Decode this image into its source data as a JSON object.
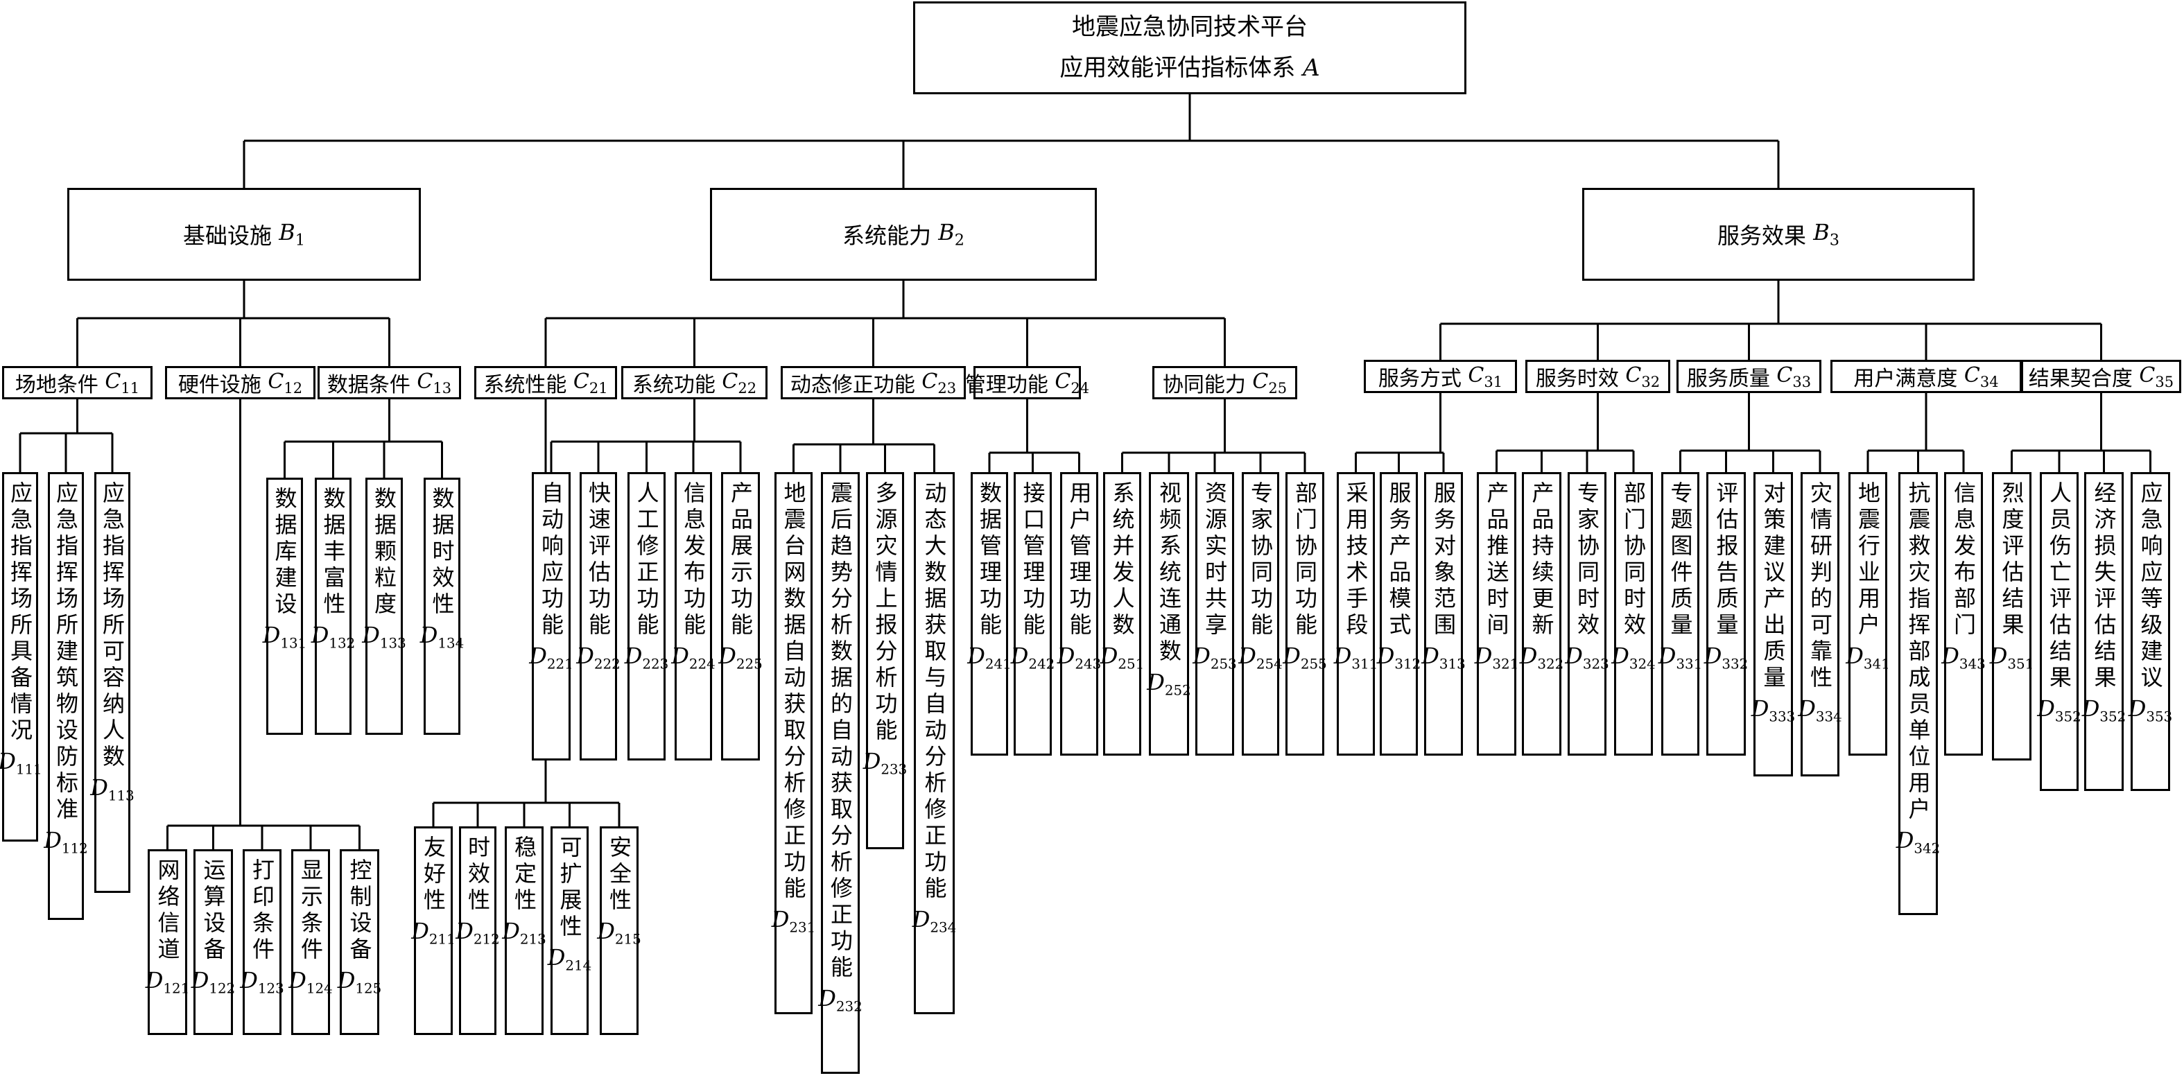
{
  "root": {
    "line1": "地震应急协同技术平台",
    "line2": "应用效能评估指标体系",
    "symbol": "A"
  },
  "level_b": [
    {
      "label": "基础设施",
      "symbol": "B",
      "sub": "1"
    },
    {
      "label": "系统能力",
      "symbol": "B",
      "sub": "2"
    },
    {
      "label": "服务效果",
      "symbol": "B",
      "sub": "3"
    }
  ],
  "level_c": [
    {
      "label": "场地条件",
      "symbol": "C",
      "sub": "11"
    },
    {
      "label": "硬件设施",
      "symbol": "C",
      "sub": "12"
    },
    {
      "label": "数据条件",
      "symbol": "C",
      "sub": "13"
    },
    {
      "label": "系统性能",
      "symbol": "C",
      "sub": "21"
    },
    {
      "label": "系统功能",
      "symbol": "C",
      "sub": "22"
    },
    {
      "label": "动态修正功能",
      "symbol": "C",
      "sub": "23"
    },
    {
      "label": "管理功能",
      "symbol": "C",
      "sub": "24"
    },
    {
      "label": "协同能力",
      "symbol": "C",
      "sub": "25"
    },
    {
      "label": "服务方式",
      "symbol": "C",
      "sub": "31"
    },
    {
      "label": "服务时效",
      "symbol": "C",
      "sub": "32"
    },
    {
      "label": "服务质量",
      "symbol": "C",
      "sub": "33"
    },
    {
      "label": "用户满意度",
      "symbol": "C",
      "sub": "34"
    },
    {
      "label": "结果契合度",
      "symbol": "C",
      "sub": "35"
    }
  ],
  "level_d": [
    {
      "label": "应急指挥场所具备情况",
      "symbol": "D",
      "sub": "111"
    },
    {
      "label": "应急指挥场所建筑物设防标准",
      "symbol": "D",
      "sub": "112"
    },
    {
      "label": "应急指挥场所可容纳人数",
      "symbol": "D",
      "sub": "113"
    },
    {
      "label": "网络信道",
      "symbol": "D",
      "sub": "121"
    },
    {
      "label": "运算设备",
      "symbol": "D",
      "sub": "122"
    },
    {
      "label": "打印条件",
      "symbol": "D",
      "sub": "123"
    },
    {
      "label": "显示条件",
      "symbol": "D",
      "sub": "124"
    },
    {
      "label": "控制设备",
      "symbol": "D",
      "sub": "125"
    },
    {
      "label": "数据库建设",
      "symbol": "D",
      "sub": "131"
    },
    {
      "label": "数据丰富性",
      "symbol": "D",
      "sub": "132"
    },
    {
      "label": "数据颗粒度",
      "symbol": "D",
      "sub": "133"
    },
    {
      "label": "数据时效性",
      "symbol": "D",
      "sub": "134"
    },
    {
      "label": "友好性",
      "symbol": "D",
      "sub": "211"
    },
    {
      "label": "时效性",
      "symbol": "D",
      "sub": "212"
    },
    {
      "label": "稳定性",
      "symbol": "D",
      "sub": "213"
    },
    {
      "label": "可扩展性",
      "symbol": "D",
      "sub": "214"
    },
    {
      "label": "安全性",
      "symbol": "D",
      "sub": "215"
    },
    {
      "label": "自动响应功能",
      "symbol": "D",
      "sub": "221"
    },
    {
      "label": "快速评估功能",
      "symbol": "D",
      "sub": "222"
    },
    {
      "label": "人工修正功能",
      "symbol": "D",
      "sub": "223"
    },
    {
      "label": "信息发布功能",
      "symbol": "D",
      "sub": "224"
    },
    {
      "label": "产品展示功能",
      "symbol": "D",
      "sub": "225"
    },
    {
      "label": "地震台网数据自动获取分析修正功能",
      "symbol": "D",
      "sub": "231"
    },
    {
      "label": "震后趋势分析数据的自动获取分析修正功能",
      "symbol": "D",
      "sub": "232"
    },
    {
      "label": "多源灾情上报分析功能",
      "symbol": "D",
      "sub": "233"
    },
    {
      "label": "动态大数据获取与自动分析修正功能",
      "symbol": "D",
      "sub": "234"
    },
    {
      "label": "数据管理功能",
      "symbol": "D",
      "sub": "241"
    },
    {
      "label": "接口管理功能",
      "symbol": "D",
      "sub": "242"
    },
    {
      "label": "用户管理功能",
      "symbol": "D",
      "sub": "243"
    },
    {
      "label": "系统并发人数",
      "symbol": "D",
      "sub": "251"
    },
    {
      "label": "视频系统连通数",
      "symbol": "D",
      "sub": "252"
    },
    {
      "label": "资源实时共享",
      "symbol": "D",
      "sub": "253"
    },
    {
      "label": "专家协同功能",
      "symbol": "D",
      "sub": "254"
    },
    {
      "label": "部门协同功能",
      "symbol": "D",
      "sub": "255"
    },
    {
      "label": "采用技术手段",
      "symbol": "D",
      "sub": "311"
    },
    {
      "label": "服务产品模式",
      "symbol": "D",
      "sub": "312"
    },
    {
      "label": "服务对象范围",
      "symbol": "D",
      "sub": "313"
    },
    {
      "label": "产品推送时间",
      "symbol": "D",
      "sub": "321"
    },
    {
      "label": "产品持续更新",
      "symbol": "D",
      "sub": "322"
    },
    {
      "label": "专家协同时效",
      "symbol": "D",
      "sub": "323"
    },
    {
      "label": "部门协同时效",
      "symbol": "D",
      "sub": "324"
    },
    {
      "label": "专题图件质量",
      "symbol": "D",
      "sub": "331"
    },
    {
      "label": "评估报告质量",
      "symbol": "D",
      "sub": "332"
    },
    {
      "label": "对策建议产出质量",
      "symbol": "D",
      "sub": "333"
    },
    {
      "label": "灾情研判的可靠性",
      "symbol": "D",
      "sub": "334"
    },
    {
      "label": "地震行业用户",
      "symbol": "D",
      "sub": "341"
    },
    {
      "label": "抗震救灾指挥部成员单位用户",
      "symbol": "D",
      "sub": "342"
    },
    {
      "label": "信息发布部门",
      "symbol": "D",
      "sub": "343"
    },
    {
      "label": "烈度评估结果",
      "symbol": "D",
      "sub": "351"
    },
    {
      "label": "人员伤亡评估结果",
      "symbol": "D",
      "sub": "352"
    },
    {
      "label": "经济损失评估结果",
      "symbol": "D",
      "sub": "352"
    },
    {
      "label": "应急响应等级建议",
      "symbol": "D",
      "sub": "353"
    }
  ]
}
